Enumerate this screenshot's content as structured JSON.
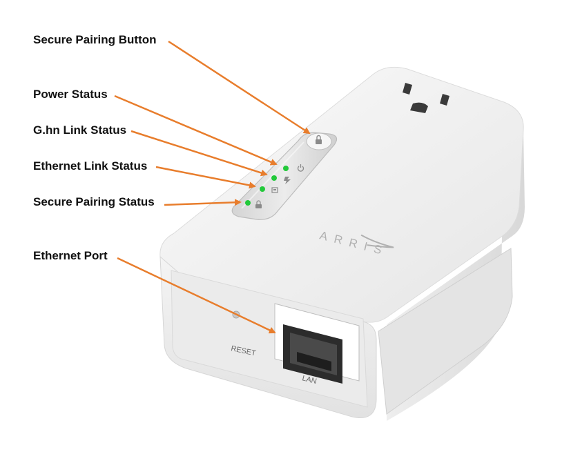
{
  "callouts": {
    "secure_pairing_button": "Secure Pairing Button",
    "power_status": "Power Status",
    "ghn_link_status": "G.hn Link Status",
    "ethernet_link_status": "Ethernet Link Status",
    "secure_pairing_status": "Secure Pairing Status",
    "ethernet_port": "Ethernet Port"
  },
  "device": {
    "brand": "ARRIS",
    "reset_label": "RESET",
    "lan_label": "LAN",
    "led_color": "#22c93a",
    "arrow_color": "#e87d2c",
    "body_color": "#f2f2f2"
  },
  "icons": [
    "power-icon",
    "ghn-link-icon",
    "ethernet-link-icon",
    "secure-pairing-icon",
    "lock-icon"
  ]
}
